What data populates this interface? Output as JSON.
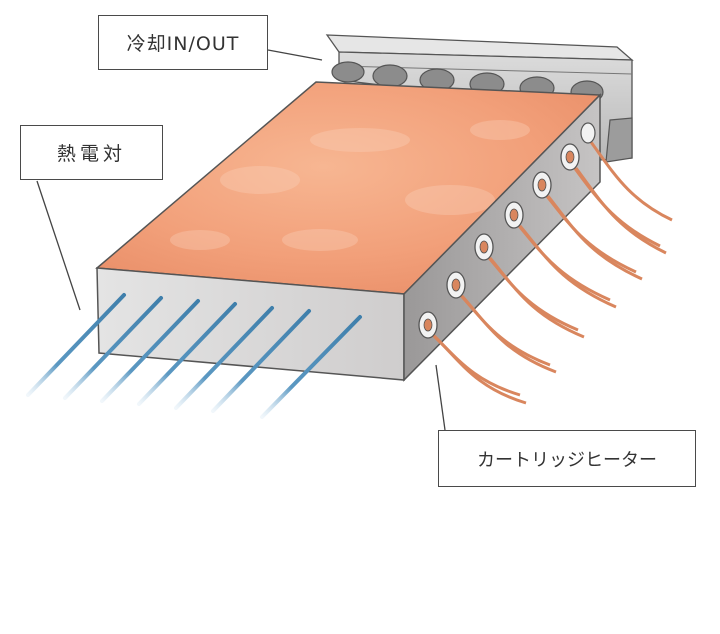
{
  "labels": {
    "cooling": "冷却IN/OUT",
    "thermocouple": "熱電対",
    "cartridge_heater": "カートリッジヒーター"
  },
  "colors": {
    "plate_top": "#f2a07a",
    "plate_side": "#d4d2d2",
    "cooling_block": "#cfcfcf",
    "thermocouple_wire": "#4a87b0",
    "heater_wire": "#d9865e",
    "outline": "#444444"
  },
  "components": {
    "thermocouple_count": 7,
    "cartridge_heater_count": 7,
    "cooling_port_count": 6
  }
}
